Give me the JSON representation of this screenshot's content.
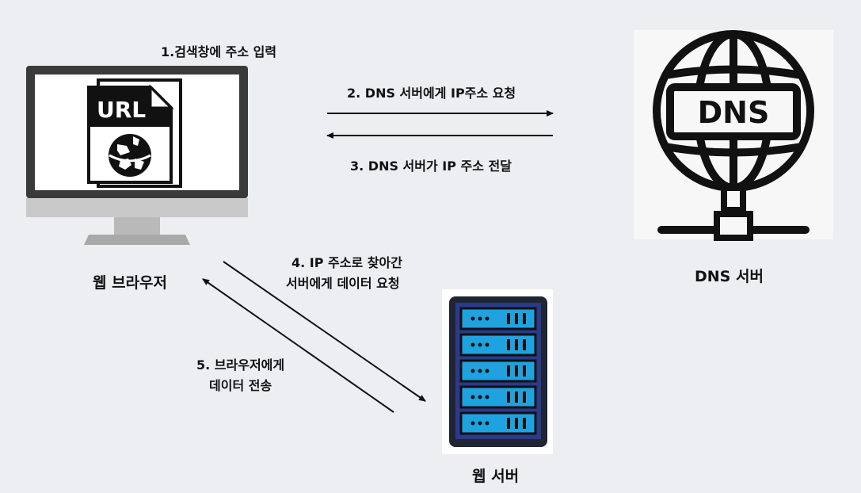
{
  "steps": {
    "step1": "1.검색창에 주소 입력",
    "step2": "2. DNS 서버에게 IP주소 요청",
    "step3": "3. DNS 서버가 IP 주소 전달",
    "step4_line1": "4. IP 주소로 찾아간",
    "step4_line2": "서버에게 데이터 요청",
    "step5_line1": "5. 브라우저에게",
    "step5_line2": "데이터 전송"
  },
  "nodes": {
    "browser": "웹 브라우저",
    "dns_server": "DNS 서버",
    "web_server": "웹 서버"
  },
  "icons": {
    "url_doc_text": "URL",
    "dns_globe_text": "DNS"
  },
  "colors": {
    "background": "#eceef1",
    "monitor_dark": "#3a3a3a",
    "monitor_silver": "#c9c9c9",
    "server_blue": "#1fa3e0",
    "server_dark": "#1f2533",
    "server_frame": "#2b3a8c",
    "icon_ink": "#111111"
  }
}
